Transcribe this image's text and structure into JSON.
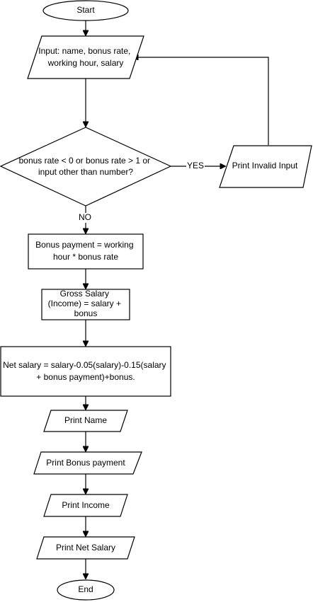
{
  "flowchart": {
    "start": {
      "label": "Start"
    },
    "input": {
      "lines": [
        "Input: name, bonus rate,",
        "working hour, salary"
      ]
    },
    "decision": {
      "lines": [
        "bonus rate < 0 or bonus rate > 1 or",
        "input other than number?"
      ]
    },
    "invalid": {
      "label": "Print Invalid Input"
    },
    "edge_yes": "YES",
    "edge_no": "NO",
    "bonus": {
      "lines": [
        "Bonus payment = working",
        "hour * bonus rate"
      ]
    },
    "gross": {
      "lines": [
        "Gross Salary",
        "(Income) = salary +",
        "bonus"
      ]
    },
    "net": {
      "lines": [
        "Net salary = salary-0.05(salary)-0.15(salary",
        "+ bonus payment)+bonus."
      ]
    },
    "print_name": {
      "label": "Print Name"
    },
    "print_bonus": {
      "label": "Print Bonus payment"
    },
    "print_income": {
      "label": "Print Income"
    },
    "print_net": {
      "label": "Print Net Salary"
    },
    "end": {
      "label": "End"
    }
  }
}
